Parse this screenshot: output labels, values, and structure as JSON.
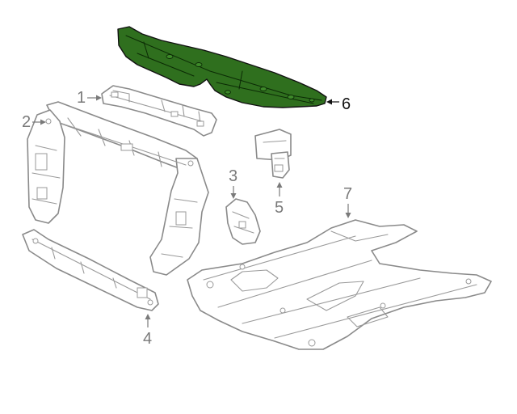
{
  "diagram": {
    "callouts": [
      {
        "id": "1",
        "label": "1"
      },
      {
        "id": "2",
        "label": "2"
      },
      {
        "id": "3",
        "label": "3"
      },
      {
        "id": "4",
        "label": "4"
      },
      {
        "id": "5",
        "label": "5"
      },
      {
        "id": "6",
        "label": "6"
      },
      {
        "id": "7",
        "label": "7"
      }
    ],
    "highlight": {
      "callout": "6",
      "color": "#2f6f1e"
    },
    "colors": {
      "linework": "#8a8a8a",
      "callout_text": "#7a7a7a",
      "highlight_text": "#111111"
    }
  }
}
